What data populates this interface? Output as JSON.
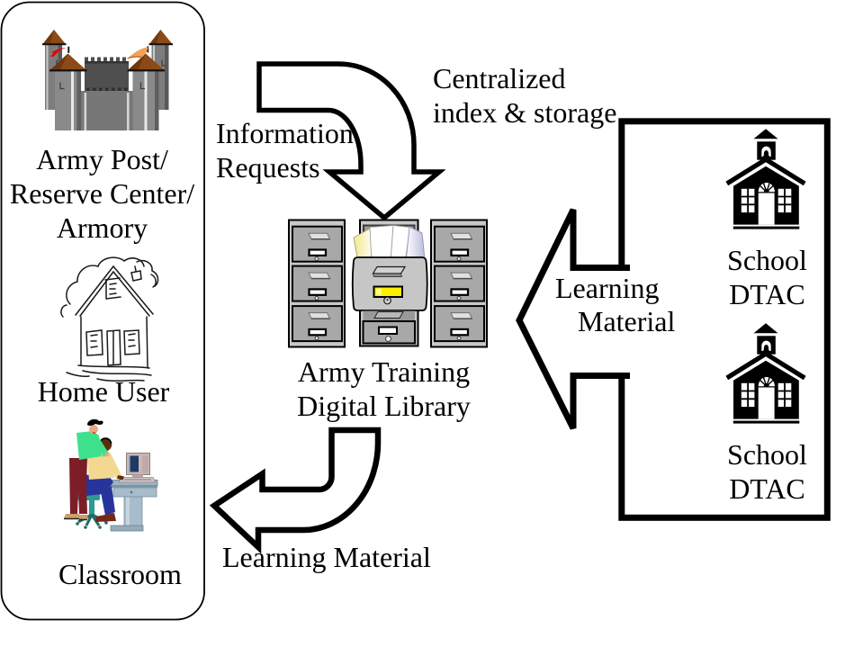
{
  "document_title": "Army Training Digital Library",
  "colors": {
    "background": "#ffffff",
    "line": "#000000",
    "cabinet_body": "#c8c8c8",
    "cabinet_drawer": "#a8a8a8",
    "label_yellow": "#ffee00",
    "cone_brown": "#8b4a17",
    "flag_red": "#e80000",
    "flag_orange": "#f2a159",
    "shirt_green": "#3fe08d",
    "shirt_yellow": "#f2d891",
    "jeans_blue": "#27359b",
    "pants_maroon": "#7c1d27",
    "chair_teal": "#2d9a93",
    "desk_blue_gray": "#a9bccb"
  },
  "left_panel": {
    "army_post_label": {
      "line1": "Army Post/",
      "line2": "Reserve Center/",
      "line3": "Armory"
    },
    "home_user_label": "Home User",
    "classroom_label": "Classroom"
  },
  "flows": {
    "information_requests": {
      "line1": "Information",
      "line2": "Requests"
    },
    "centralized_index": {
      "line1": "Centralized",
      "line2": "index & storage"
    },
    "learning_material_right": {
      "line1": "Learning",
      "line2": "Material"
    },
    "learning_material_bottom": "Learning Material"
  },
  "library": {
    "label": {
      "line1": "Army Training",
      "line2": "Digital Library"
    }
  },
  "schools": {
    "top": {
      "line1": "School",
      "line2": "DTAC"
    },
    "bottom": {
      "line1": "School",
      "line2": "DTAC"
    }
  }
}
